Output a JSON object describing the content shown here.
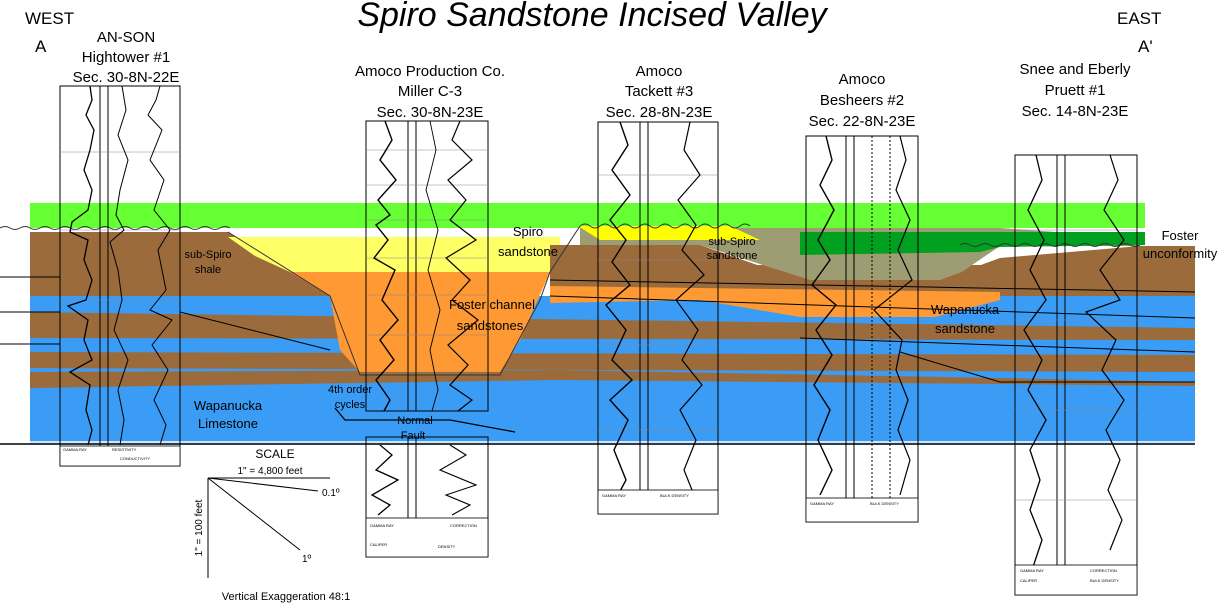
{
  "title": "Spiro Sandstone Incised Valley",
  "ends": {
    "west_dir": "WEST",
    "west_letter": "A",
    "east_dir": "EAST",
    "east_letter": "A'"
  },
  "wells": [
    {
      "l1": "AN-SON",
      "l2": "Hightower #1",
      "l3": "Sec. 30-8N-22E"
    },
    {
      "l1": "Amoco Production Co.",
      "l2": "Miller C-3",
      "l3": "Sec. 30-8N-23E"
    },
    {
      "l1": "Amoco",
      "l2": "Tackett #3",
      "l3": "Sec. 28-8N-23E"
    },
    {
      "l1": "Amoco",
      "l2": "Besheers #2",
      "l3": "Sec. 22-8N-23E"
    },
    {
      "l1": "Snee and Eberly",
      "l2": "Pruett #1",
      "l3": "Sec. 14-8N-23E"
    }
  ],
  "labels": {
    "sub_spiro_shale_1": "sub-Spiro",
    "sub_spiro_shale_2": "shale",
    "spiro_1": "Spiro",
    "spiro_2": "sandstone",
    "sub_spiro_ss_1": "sub-Spiro",
    "sub_spiro_ss_2": "sandstone",
    "foster_channel_1": "Foster channel",
    "foster_channel_2": "sandstones",
    "wapanucka_ls_1": "Wapanucka",
    "wapanucka_ls_2": "Limestone",
    "fourth_order_1": "4th order",
    "fourth_order_2": "cycles",
    "normal_fault_1": "Normal",
    "normal_fault_2": "Fault",
    "wapanucka_ss_1": "Wapanucka",
    "wapanucka_ss_2": "sandstone",
    "foster_unc_1": "Foster",
    "foster_unc_2": "unconformity"
  },
  "scale": {
    "title": "SCALE",
    "horizontal": "1\" = 4,800 feet",
    "vertical": "1\" = 100 feet",
    "angle_small": "0.1º",
    "angle_large": "1º",
    "exaggeration": "Vertical Exaggeration 48:1"
  },
  "log_captions": {
    "gamma_ray": "GAMMA RAY",
    "resistivity": "RESISTIVITY",
    "conductivity": "CONDUCTIVITY",
    "caliper": "CALIPER",
    "bulk_density": "BULK DENSITY",
    "density": "DENSITY",
    "correction": "CORRECTION"
  },
  "colors": {
    "green_bright": "#66ff33",
    "green_dark": "#00a020",
    "yellow": "#ffff66",
    "yellow_bright": "#ffff00",
    "brown": "#9c6b3c",
    "olive": "#9e9c72",
    "blue": "#3b9cf6",
    "orange": "#ff9933",
    "cyan": "#cce6ff"
  }
}
